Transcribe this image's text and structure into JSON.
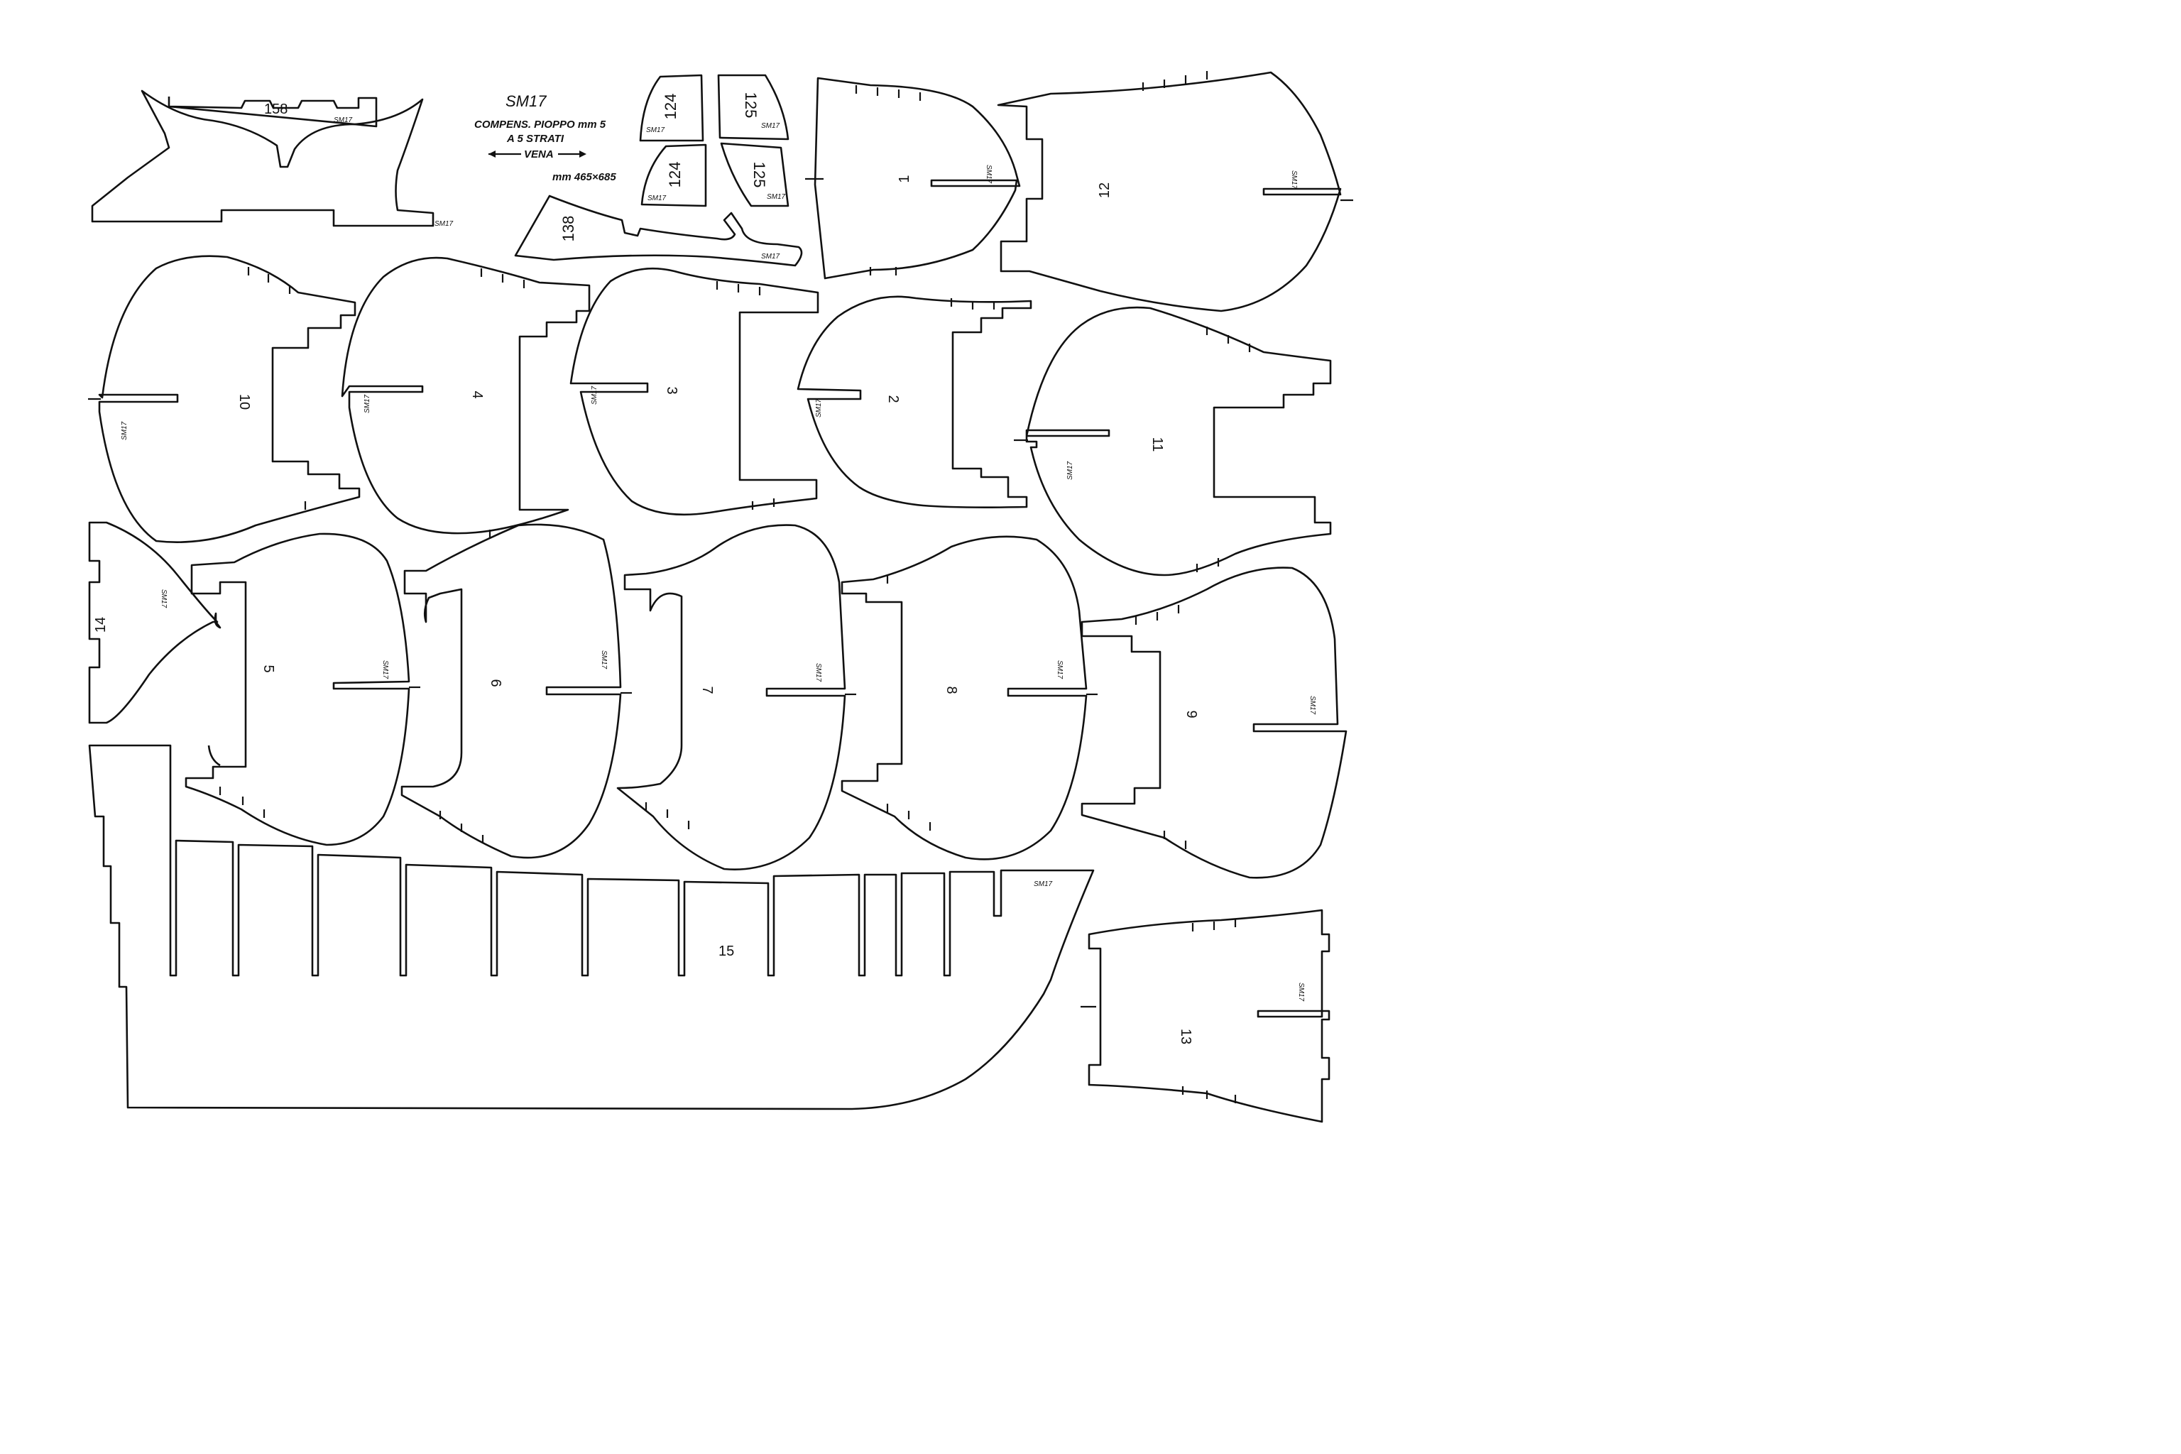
{
  "sheet": {
    "model_code": "SM17",
    "material_line1": "COMPENS. PIOPPO mm 5",
    "material_line2": "A 5 STRATI",
    "grain_label": "VENA",
    "size_label": "mm 465×685"
  },
  "parts": {
    "p158": "158",
    "p124a": "124",
    "p124b": "124",
    "p125a": "125",
    "p125b": "125",
    "p138": "138",
    "p1": "1",
    "p2": "2",
    "p3": "3",
    "p4": "4",
    "p5": "5",
    "p6": "6",
    "p7": "7",
    "p8": "8",
    "p9": "9",
    "p10": "10",
    "p11": "11",
    "p12": "12",
    "p13": "13",
    "p14": "14",
    "p15": "15"
  },
  "marks": {
    "code": "SM17"
  }
}
